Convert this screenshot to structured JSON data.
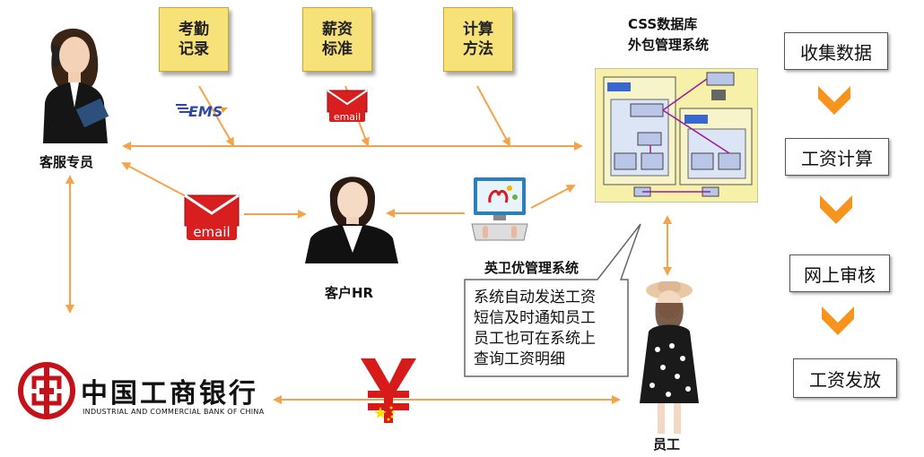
{
  "notes": [
    {
      "text": "考勤\n记录"
    },
    {
      "text": "薪资\n标准"
    },
    {
      "text": "计算\n方法"
    }
  ],
  "labels": {
    "customer_service": "客服专员",
    "client_hr": "客户HR",
    "yingweiyou": "英卫优管理系统",
    "employee": "员工",
    "css_db_line1": "CSS数据库",
    "css_db_line2": "外包管理系统"
  },
  "callout": {
    "text": "系统自动发送工资\n短信及时通知员工\n员工也可在系统上\n查询工资明细"
  },
  "steps": [
    "收集数据",
    "工资计算",
    "网上审核",
    "工资发放"
  ],
  "bank": {
    "name_cn": "中国工商银行",
    "name_en": "INDUSTRIAL AND COMMERCIAL BANK OF CHINA"
  },
  "email_label": "email",
  "ems_label": "EMS",
  "currency_symbol": "¥",
  "colors": {
    "arrow": "#f5a34a",
    "chevron": "#f7941d",
    "note": "#f7e27a"
  }
}
